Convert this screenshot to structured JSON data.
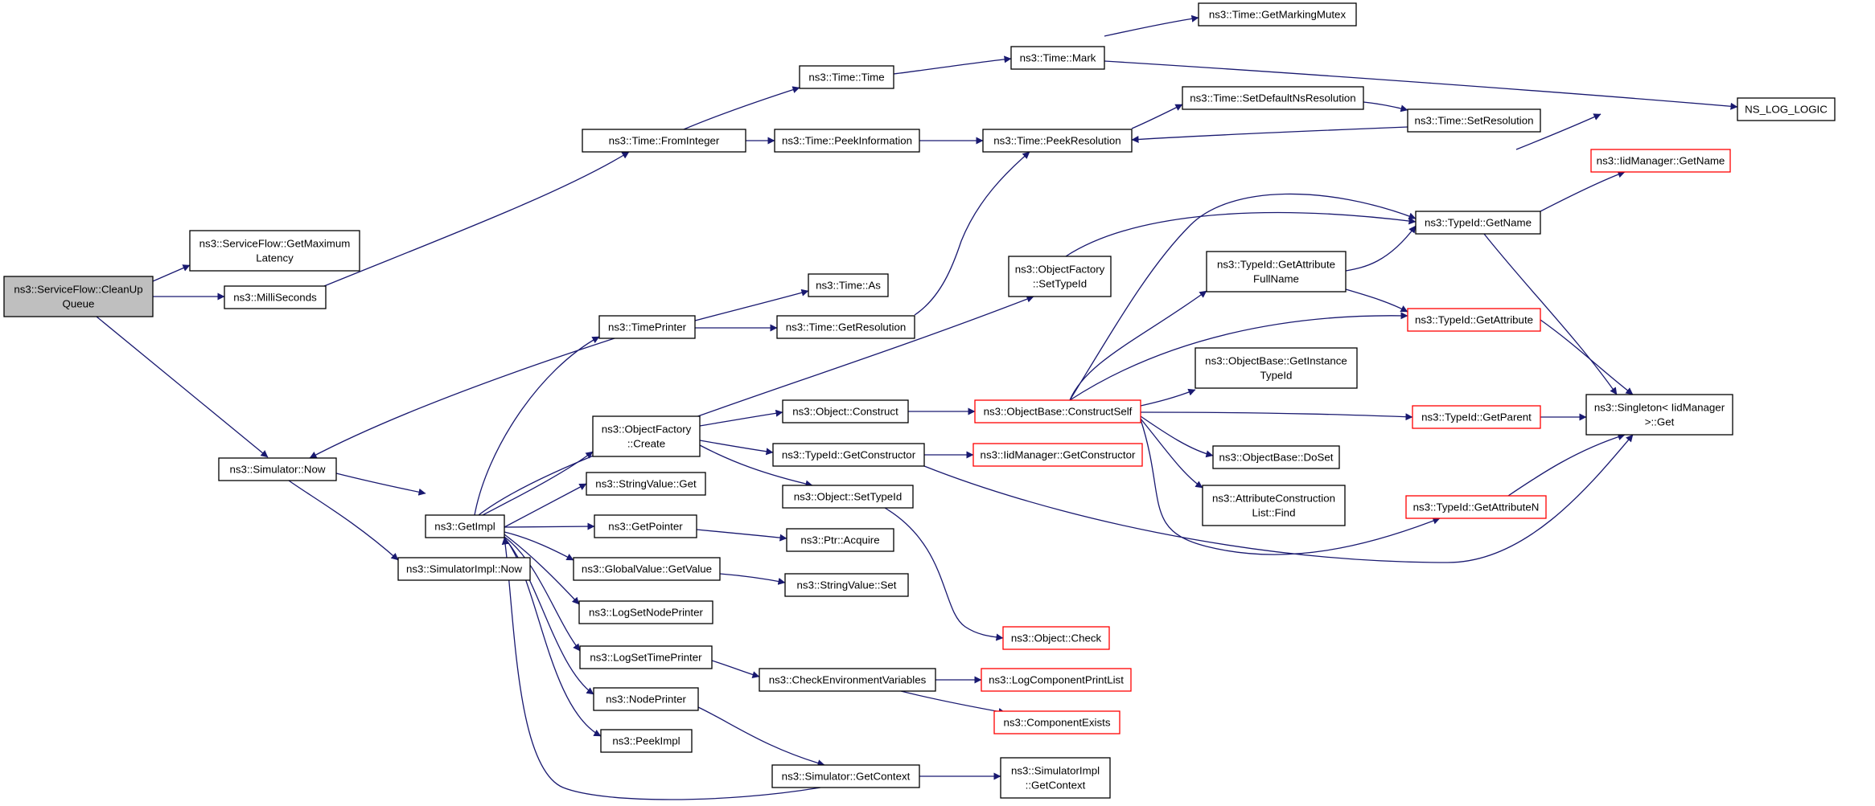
{
  "colors": {
    "edge": "#191970",
    "red_border": "#ff0000",
    "root_fill": "#bfbfbf"
  },
  "nodes": [
    {
      "id": "n1",
      "lines": [
        "ns3::ServiceFlow::CleanUp",
        "Queue"
      ],
      "style": "root"
    },
    {
      "id": "n2",
      "lines": [
        "ns3::ServiceFlow::GetMaximum",
        "Latency"
      ],
      "style": "normal"
    },
    {
      "id": "n3",
      "lines": [
        "ns3::MilliSeconds"
      ],
      "style": "normal"
    },
    {
      "id": "n4",
      "lines": [
        "ns3::Simulator::Now"
      ],
      "style": "normal"
    },
    {
      "id": "n5",
      "lines": [
        "ns3::Time::FromInteger"
      ],
      "style": "normal"
    },
    {
      "id": "n6",
      "lines": [
        "ns3::Time::Time"
      ],
      "style": "normal"
    },
    {
      "id": "n7",
      "lines": [
        "ns3::Time::PeekInformation"
      ],
      "style": "normal"
    },
    {
      "id": "n8",
      "lines": [
        "ns3::Time::Mark"
      ],
      "style": "normal"
    },
    {
      "id": "n9",
      "lines": [
        "ns3::Time::GetMarkingMutex"
      ],
      "style": "normal"
    },
    {
      "id": "n10",
      "lines": [
        "NS_LOG_LOGIC"
      ],
      "style": "normal"
    },
    {
      "id": "n11",
      "lines": [
        "ns3::Time::PeekResolution"
      ],
      "style": "normal"
    },
    {
      "id": "n12",
      "lines": [
        "ns3::Time::SetDefaultNsResolution"
      ],
      "style": "normal"
    },
    {
      "id": "n13",
      "lines": [
        "ns3::Time::SetResolution"
      ],
      "style": "normal"
    },
    {
      "id": "n14",
      "lines": [
        "ns3::GetImpl"
      ],
      "style": "normal"
    },
    {
      "id": "n15",
      "lines": [
        "ns3::SimulatorImpl::Now"
      ],
      "style": "normal"
    },
    {
      "id": "n16",
      "lines": [
        "ns3::TimePrinter"
      ],
      "style": "normal"
    },
    {
      "id": "n17",
      "lines": [
        "ns3::Time::As"
      ],
      "style": "normal"
    },
    {
      "id": "n18",
      "lines": [
        "ns3::Time::GetResolution"
      ],
      "style": "normal"
    },
    {
      "id": "n19",
      "lines": [
        "ns3::ObjectFactory",
        "::SetTypeId"
      ],
      "style": "normal"
    },
    {
      "id": "n20",
      "lines": [
        "ns3::TypeId::GetName"
      ],
      "style": "normal"
    },
    {
      "id": "n21",
      "lines": [
        "ns3::IidManager::GetName"
      ],
      "style": "red"
    },
    {
      "id": "n22",
      "lines": [
        "ns3::Singleton< IidManager",
        ">::Get"
      ],
      "style": "normal"
    },
    {
      "id": "n23",
      "lines": [
        "ns3::ObjectFactory",
        "::Create"
      ],
      "style": "normal"
    },
    {
      "id": "n24",
      "lines": [
        "ns3::Object::Construct"
      ],
      "style": "normal"
    },
    {
      "id": "n25",
      "lines": [
        "ns3::ObjectBase::ConstructSelf"
      ],
      "style": "red"
    },
    {
      "id": "n26",
      "lines": [
        "ns3::TypeId::GetAttribute",
        "FullName"
      ],
      "style": "normal"
    },
    {
      "id": "n27",
      "lines": [
        "ns3::TypeId::GetAttribute"
      ],
      "style": "red"
    },
    {
      "id": "n28",
      "lines": [
        "ns3::ObjectBase::GetInstance",
        "TypeId"
      ],
      "style": "normal"
    },
    {
      "id": "n29",
      "lines": [
        "ns3::TypeId::GetParent"
      ],
      "style": "red"
    },
    {
      "id": "n30",
      "lines": [
        "ns3::ObjectBase::DoSet"
      ],
      "style": "normal"
    },
    {
      "id": "n31",
      "lines": [
        "ns3::AttributeConstruction",
        "List::Find"
      ],
      "style": "normal"
    },
    {
      "id": "n32",
      "lines": [
        "ns3::TypeId::GetAttributeN"
      ],
      "style": "red"
    },
    {
      "id": "n33",
      "lines": [
        "ns3::TypeId::GetConstructor"
      ],
      "style": "normal"
    },
    {
      "id": "n34",
      "lines": [
        "ns3::IidManager::GetConstructor"
      ],
      "style": "red"
    },
    {
      "id": "n35",
      "lines": [
        "ns3::Object::SetTypeId"
      ],
      "style": "normal"
    },
    {
      "id": "n36",
      "lines": [
        "ns3::Object::Check"
      ],
      "style": "red"
    },
    {
      "id": "n37",
      "lines": [
        "ns3::StringValue::Get"
      ],
      "style": "normal"
    },
    {
      "id": "n38",
      "lines": [
        "ns3::GetPointer"
      ],
      "style": "normal"
    },
    {
      "id": "n39",
      "lines": [
        "ns3::Ptr::Acquire"
      ],
      "style": "normal"
    },
    {
      "id": "n40",
      "lines": [
        "ns3::GlobalValue::GetValue"
      ],
      "style": "normal"
    },
    {
      "id": "n41",
      "lines": [
        "ns3::StringValue::Set"
      ],
      "style": "normal"
    },
    {
      "id": "n42",
      "lines": [
        "ns3::LogSetNodePrinter"
      ],
      "style": "normal"
    },
    {
      "id": "n43",
      "lines": [
        "ns3::LogSetTimePrinter"
      ],
      "style": "normal"
    },
    {
      "id": "n44",
      "lines": [
        "ns3::CheckEnvironmentVariables"
      ],
      "style": "normal"
    },
    {
      "id": "n45",
      "lines": [
        "ns3::LogComponentPrintList"
      ],
      "style": "red"
    },
    {
      "id": "n46",
      "lines": [
        "ns3::ComponentExists"
      ],
      "style": "red"
    },
    {
      "id": "n47",
      "lines": [
        "ns3::NodePrinter"
      ],
      "style": "normal"
    },
    {
      "id": "n48",
      "lines": [
        "ns3::PeekImpl"
      ],
      "style": "normal"
    },
    {
      "id": "n49",
      "lines": [
        "ns3::Simulator::GetContext"
      ],
      "style": "normal"
    },
    {
      "id": "n50",
      "lines": [
        "ns3::SimulatorImpl",
        "::GetContext"
      ],
      "style": "normal"
    }
  ]
}
